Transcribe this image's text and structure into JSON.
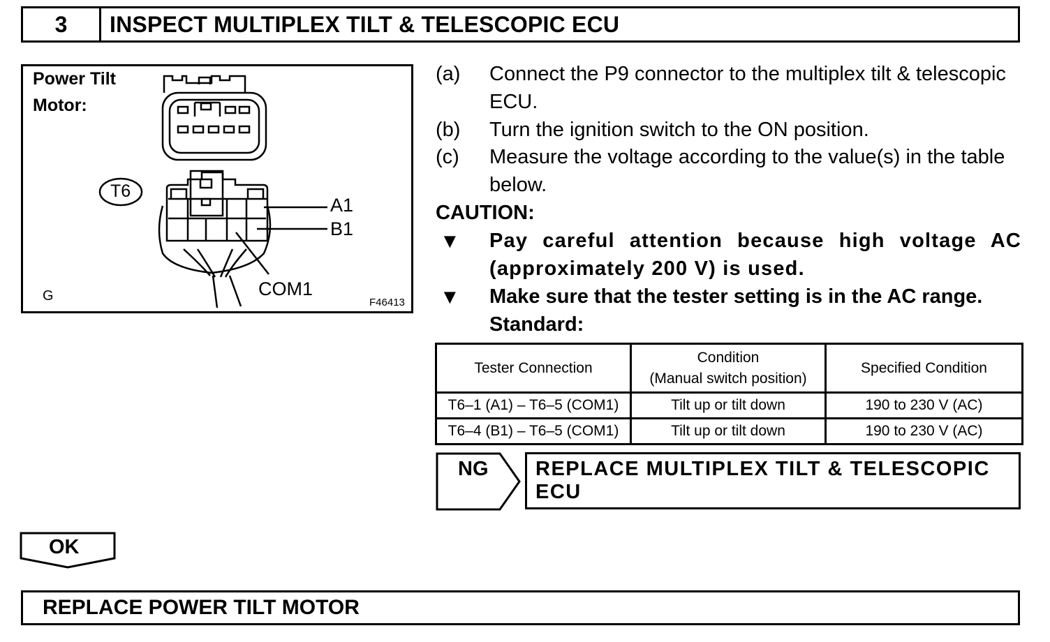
{
  "step": {
    "number": "3",
    "title": "INSPECT MULTIPLEX TILT & TELESCOPIC ECU"
  },
  "figure": {
    "component_line1": "Power Tilt",
    "component_line2": "Motor:",
    "connector_label": "T6",
    "pin_a1": "A1",
    "pin_b1": "B1",
    "pin_com1": "COM1",
    "corner_mark": "G",
    "figure_code": "F46413"
  },
  "instructions": [
    {
      "label": "(a)",
      "text": "Connect the P9 connector to the multiplex tilt & telescopic ECU."
    },
    {
      "label": "(b)",
      "text": "Turn the ignition switch to the ON position."
    },
    {
      "label": "(c)",
      "text": "Measure the voltage according to the value(s) in the table below."
    }
  ],
  "caution": {
    "heading": "CAUTION:",
    "bullet_glyph": "▼",
    "bullets": [
      "Pay careful attention because high voltage AC (approximately 200 V) is used.",
      "Make sure that the tester setting is in the AC range."
    ]
  },
  "standard_label": "Standard:",
  "table": {
    "headers": [
      "Tester Connection",
      "Condition",
      "(Manual switch position)",
      "Specified Condition"
    ],
    "rows": [
      [
        "T6–1 (A1) – T6–5 (COM1)",
        "Tilt up or tilt down",
        "190 to 230 V (AC)"
      ],
      [
        "T6–4 (B1) – T6–5 (COM1)",
        "Tilt up or tilt down",
        "190 to 230 V (AC)"
      ]
    ]
  },
  "result_ng": {
    "label": "NG",
    "action_line1": "REPLACE MULTIPLEX TILT & TELESCOPIC",
    "action_line2": "ECU"
  },
  "result_ok": {
    "label": "OK"
  },
  "final_action": "REPLACE POWER TILT MOTOR"
}
